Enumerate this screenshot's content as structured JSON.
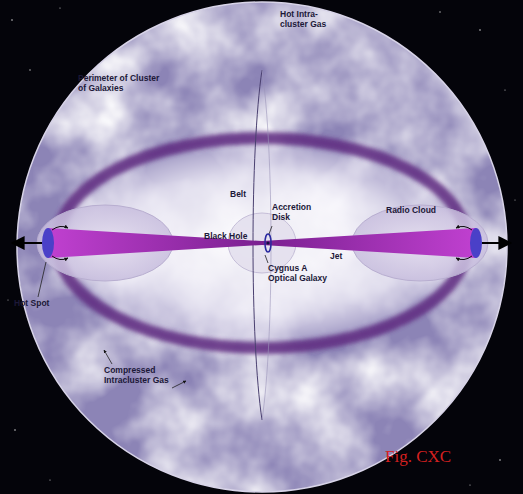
{
  "diagram": {
    "labels": [
      "Hot Intra-cluster Gas",
      "Perimeter of Cluster of Galaxies",
      "Belt",
      "Accretion Disk",
      "Black Hole",
      "Radio Cloud",
      "Hot Spot",
      "Jet",
      "Cygnus A Optical Galaxy",
      "Compressed Intracluster Gas",
      "Fig. CXC"
    ]
  }
}
